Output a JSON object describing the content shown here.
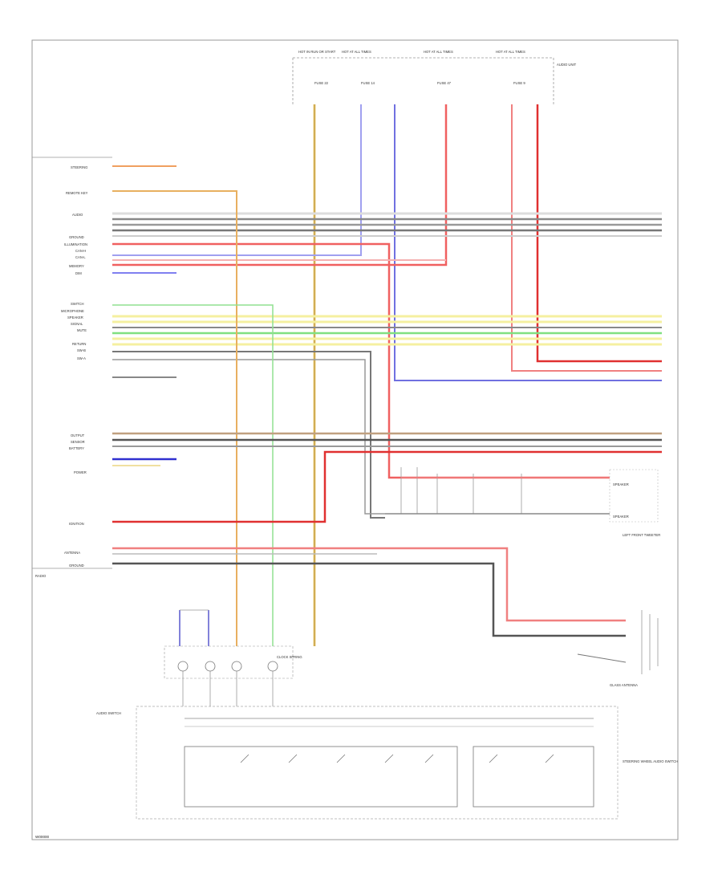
{
  "labels": {
    "fuse_top": [
      "HOT IN RUN OR START",
      "HOT AT ALL TIMES",
      "HOT AT ALL TIMES",
      "HOT AT ALL TIMES"
    ],
    "fuse_ids": [
      "FUSE 22",
      "FUSE 14",
      "FUSE 47",
      "FUSE 9"
    ],
    "left_pins": [
      "STEERING",
      "REMOTE KEY",
      "AUDIO",
      "GROUND",
      "ILLUMINATION",
      "CAN-H",
      "CAN-L",
      "MEMORY",
      "DIM",
      "SWITCH",
      "MICROPHONE",
      "SPEAKER",
      "SIGNAL",
      "MUTE",
      "RETURN",
      "SW-B",
      "SW-A",
      "OUTPUT",
      "SENSOR",
      "BATTERY",
      "POWER",
      "IGNITION",
      "ANTENNA",
      "GROUND"
    ],
    "right_labels": [
      "AUDIO UNIT",
      "SPEAKER",
      "SPEAKER",
      "LEFT FRONT TWEETER",
      "GLASS ANTENNA",
      "STEERING WHEEL AUDIO SWITCH",
      "AUDIO SWITCH",
      "CLOCK SPRING",
      "RADIO"
    ],
    "footer": "W00000"
  }
}
